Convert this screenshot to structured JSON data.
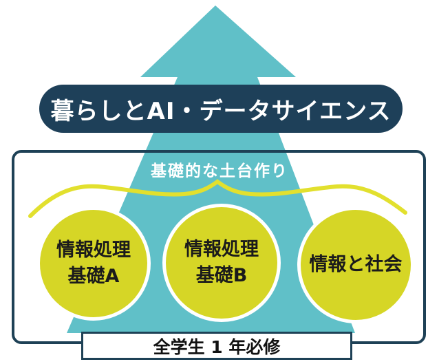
{
  "diagram": {
    "title_pill": {
      "label": "暮らしとAI・データサイエンス"
    },
    "foundation_caption": "基礎的な土台作り",
    "courses": [
      {
        "line1": "情報処理",
        "line2": "基礎A"
      },
      {
        "line1": "情報処理",
        "line2": "基礎B"
      },
      {
        "line1": "情報と社会",
        "line2": ""
      }
    ],
    "footer_badge": "全学生 1 年必修",
    "colors": {
      "arrow_teal": "#60c0c8",
      "navy": "#1e4156",
      "pill_navy": "#1e4059",
      "circle_yellow": "#d6d626",
      "brace_yellow": "#e2e02e",
      "text_white": "#ffffff",
      "text_dark": "#1b1b1b"
    }
  }
}
